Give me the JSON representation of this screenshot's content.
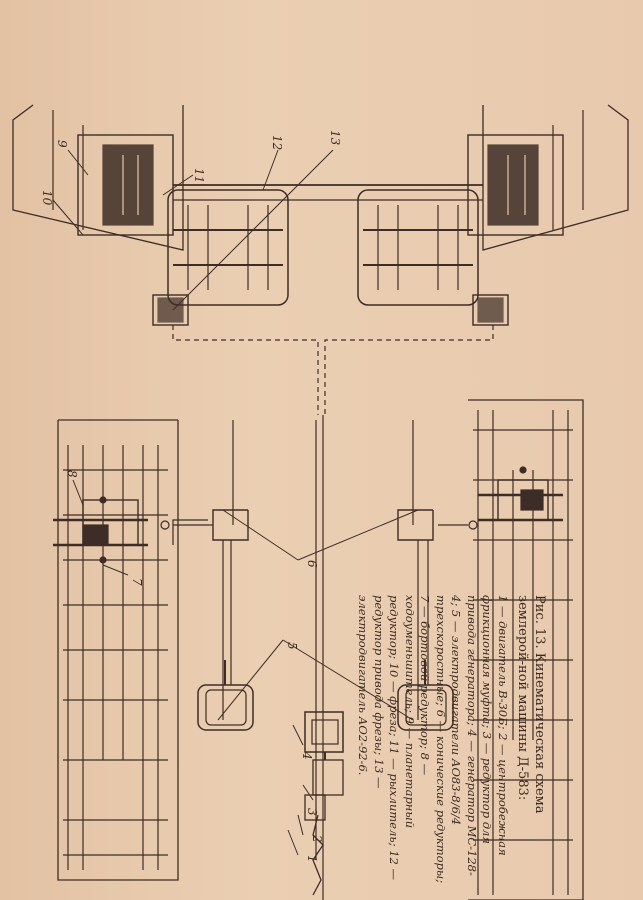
{
  "caption": {
    "title": "Рис. 13. Кинематическая схема землерой-ной машины Д-583:",
    "legend": "1 — двигатель В-30Б; 2 — центробежная фрикционная муфта; 3 — редуктор для привода генератора; 4 — генератор МС-128-4; 5 — электродвигатели АО83-8/6/4 трехскоростные; 6 — конические редукторы; 7 — бортовой редуктор; 8 — ходоуменьшитель; 9 — планетарный редуктор; 10 — фреза; 11 — рыхлитель; 12 — редуктор привода фрезы; 13 — электродвигатель АО2-92-6."
  },
  "labels": {
    "l1": "1",
    "l2": "2",
    "l3": "3",
    "l4": "4",
    "l5": "5",
    "l6": "6",
    "l7": "7",
    "l8": "8",
    "l9": "9",
    "l10": "10",
    "l11": "11",
    "l12": "12",
    "l13": "13"
  }
}
